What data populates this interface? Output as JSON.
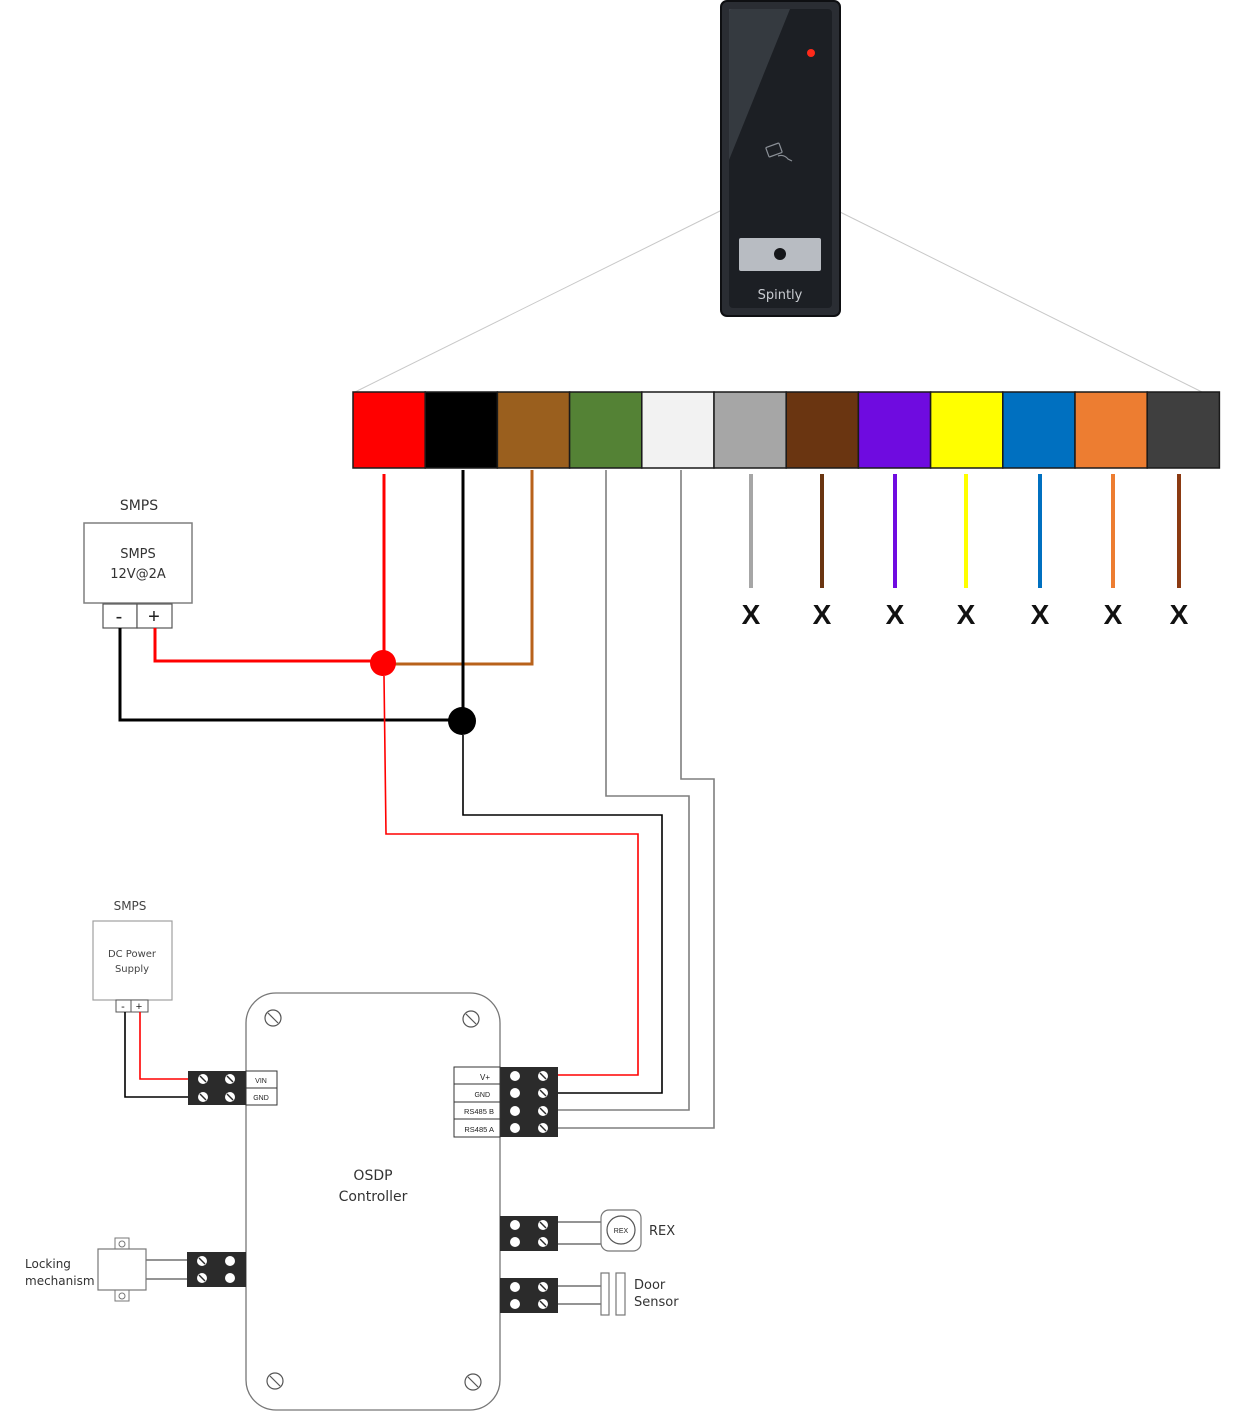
{
  "reader": {
    "brand": "Spintly",
    "led_color": "#ff2a1a",
    "body_color": "#1c1f24"
  },
  "wire_strip": {
    "colors": [
      "#ff0000",
      "#000000",
      "#9a5f1e",
      "#548235",
      "#f2f2f2",
      "#a6a6a6",
      "#6a3511",
      "#6f0be0",
      "#ffff00",
      "#0070c0",
      "#ed7d31",
      "#3f3f3f"
    ],
    "unused_mark": "X"
  },
  "smps_top": {
    "title": "SMPS",
    "line1": "SMPS",
    "line2": "12V@2A",
    "minus": "-",
    "plus": "+"
  },
  "smps_bottom": {
    "title": "SMPS",
    "line1": "DC Power",
    "line2": "Supply",
    "minus": "-",
    "plus": "+"
  },
  "controller": {
    "line1": "OSDP",
    "line2": "Controller",
    "power_terminals": [
      "VIN",
      "GND"
    ],
    "bus_terminals": [
      "V+",
      "GND",
      "RS485 B",
      "RS485 A"
    ]
  },
  "peripherals": {
    "lock_line1": "Locking",
    "lock_line2": "mechanism",
    "rex_badge": "REX",
    "rex_label": "REX",
    "door_line1": "Door",
    "door_line2": "Sensor"
  }
}
